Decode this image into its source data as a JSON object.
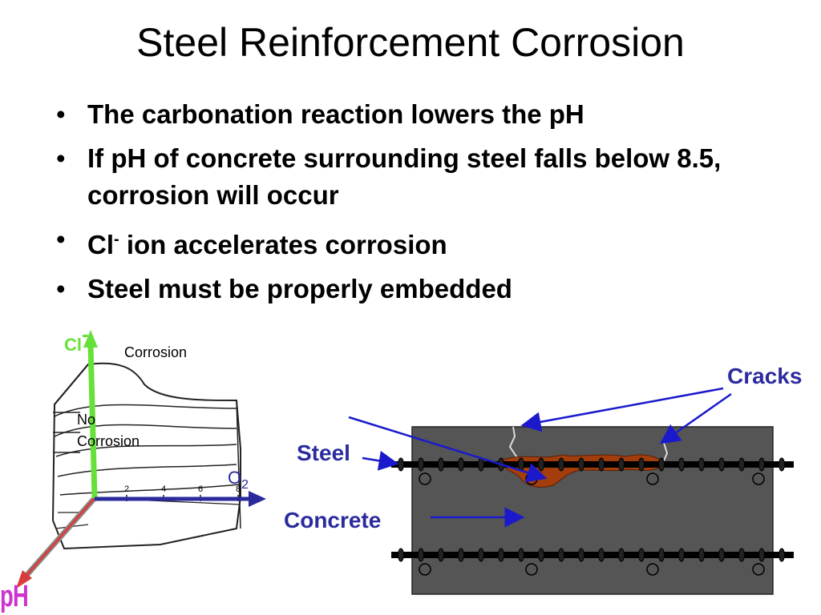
{
  "title": "Steel Reinforcement Corrosion",
  "bullets": [
    {
      "text": "The carbonation reaction lowers the pH"
    },
    {
      "text": "If pH of concrete surrounding steel falls below 8.5, corrosion will occur"
    },
    {
      "text_before": "Cl",
      "sup": "-",
      "text_after": " ion accelerates corrosion"
    },
    {
      "text": "Steel must be properly embedded"
    }
  ],
  "bullet_char": "•",
  "diagram_3d": {
    "cl_label": "Cl",
    "cl_sup": "-",
    "corrosion_label": "Corrosion",
    "no_label": "No",
    "no_corrosion_label": "Corrosion",
    "o2_label": "O",
    "o2_sub": "2",
    "ph_label": "pH",
    "x_ticks": [
      "2",
      "4",
      "6",
      "8"
    ],
    "colors": {
      "cl_axis": "#66e13a",
      "o2_axis": "#2a2a9c",
      "ph_axis": "#d93c3c",
      "ph_label": "#cc33cc"
    }
  },
  "cross_section": {
    "cracks_label": "Cracks",
    "steel_label": "Steel",
    "concrete_label": "Concrete",
    "colors": {
      "concrete": "#555555",
      "rust": "#a33d0c",
      "arrows": "#1a1acc",
      "label": "#2b2b9e"
    }
  }
}
